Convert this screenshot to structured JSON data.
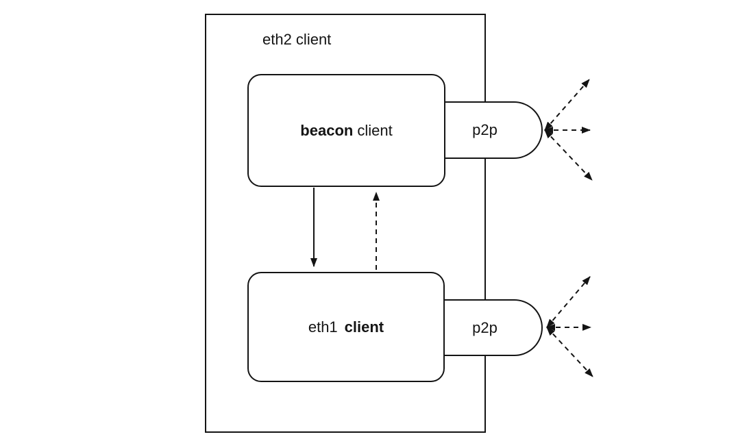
{
  "diagram": {
    "title": "eth2 client",
    "nodes": {
      "beacon": {
        "label_bold": "beacon",
        "label_regular": "client"
      },
      "eth1": {
        "label_regular": "eth1",
        "label_bold": "client"
      },
      "p2p_top": {
        "label": "p2p"
      },
      "p2p_bottom": {
        "label": "p2p"
      }
    },
    "connections": {
      "beacon_to_eth1": "solid arrow down",
      "eth1_to_beacon": "dashed arrow up",
      "p2p_peers": "three bidirectional dashed arrows fanning out from each p2p port"
    },
    "colors": {
      "stroke": "#141414",
      "background": "#ffffff"
    }
  }
}
